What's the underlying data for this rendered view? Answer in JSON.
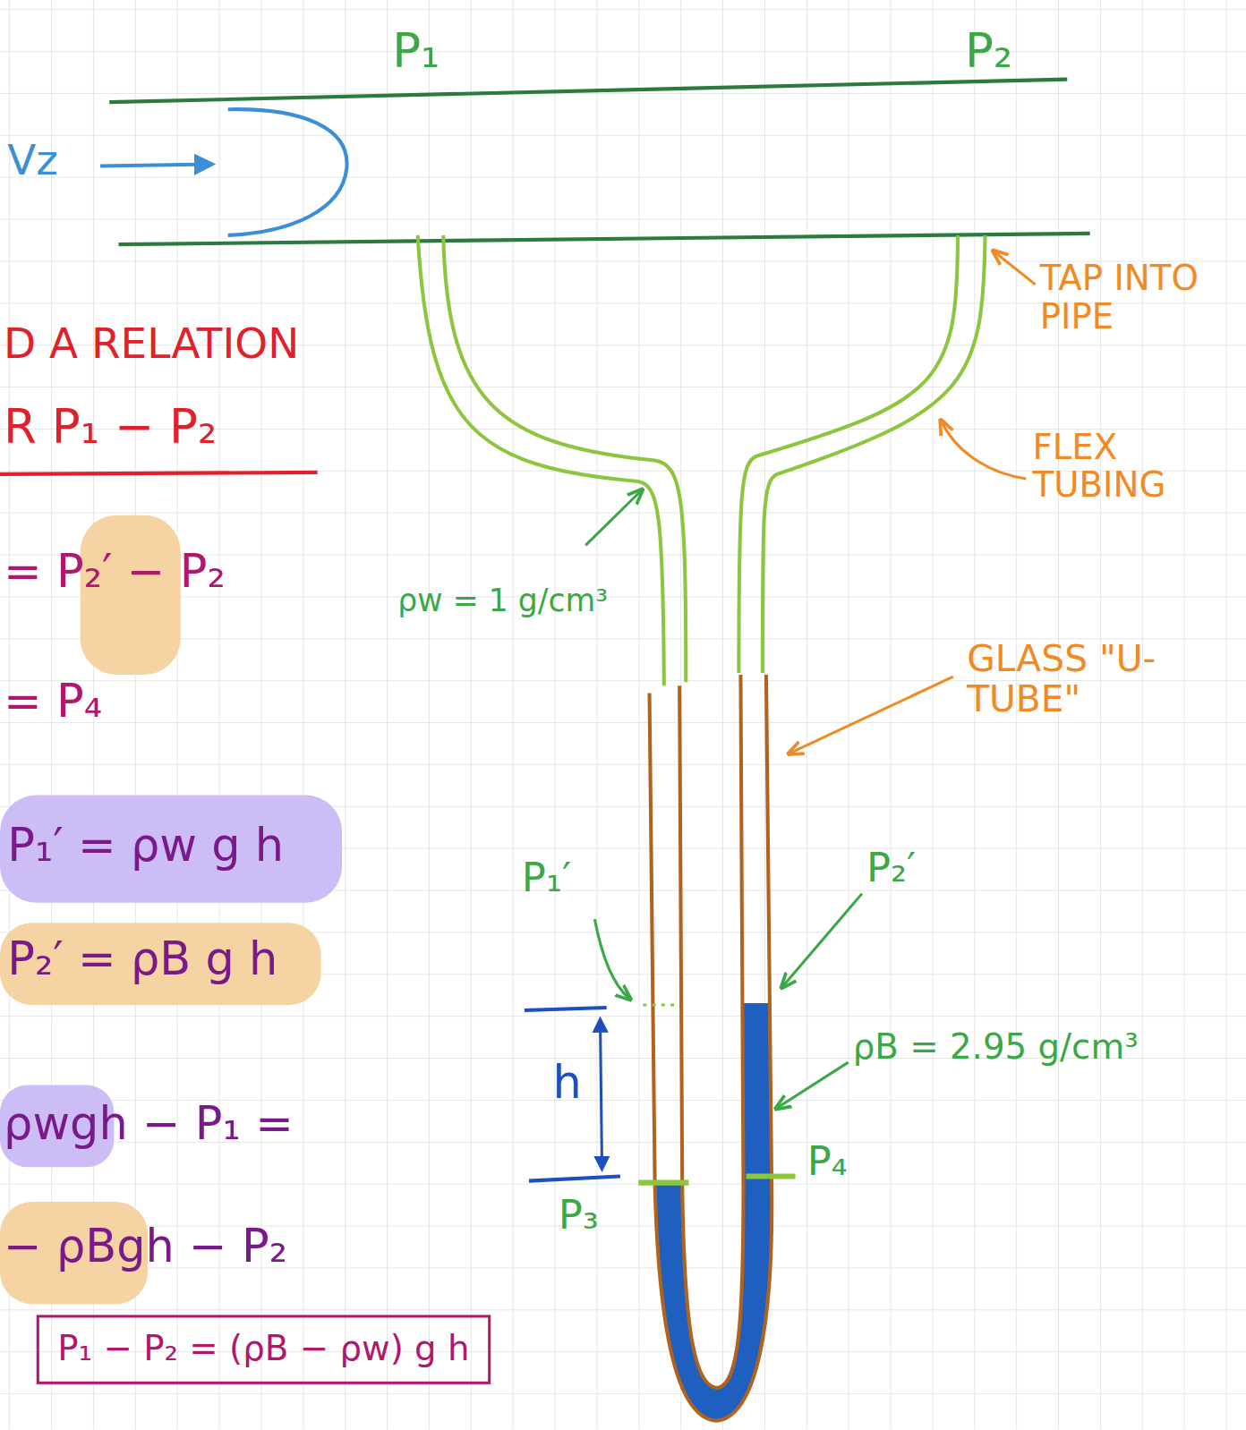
{
  "diagram": {
    "nodes": [
      {
        "text": [
          "P₁ − P₂ = (ρB − ρw) g h"
        ]
      }
    ],
    "labels": [
      "P₁",
      "P₂",
      "Vz",
      "TAP INTO PIPE",
      "D A RELATION",
      "R P₁ − P₂",
      "FLEX TUBING",
      "= P₂′ − P₂",
      "ρw = 1 g/cm³",
      "GLASS \"U-TUBE\"",
      "= P₄",
      "P₁′ = ρw g h",
      "P₁′",
      "P₂′",
      "P₂′ = ρB g h",
      "h",
      "ρB = 2.95 g/cm³",
      "ρwgh − P₁ =",
      "P₃",
      "P₄",
      "− ρBgh − P₂"
    ]
  }
}
